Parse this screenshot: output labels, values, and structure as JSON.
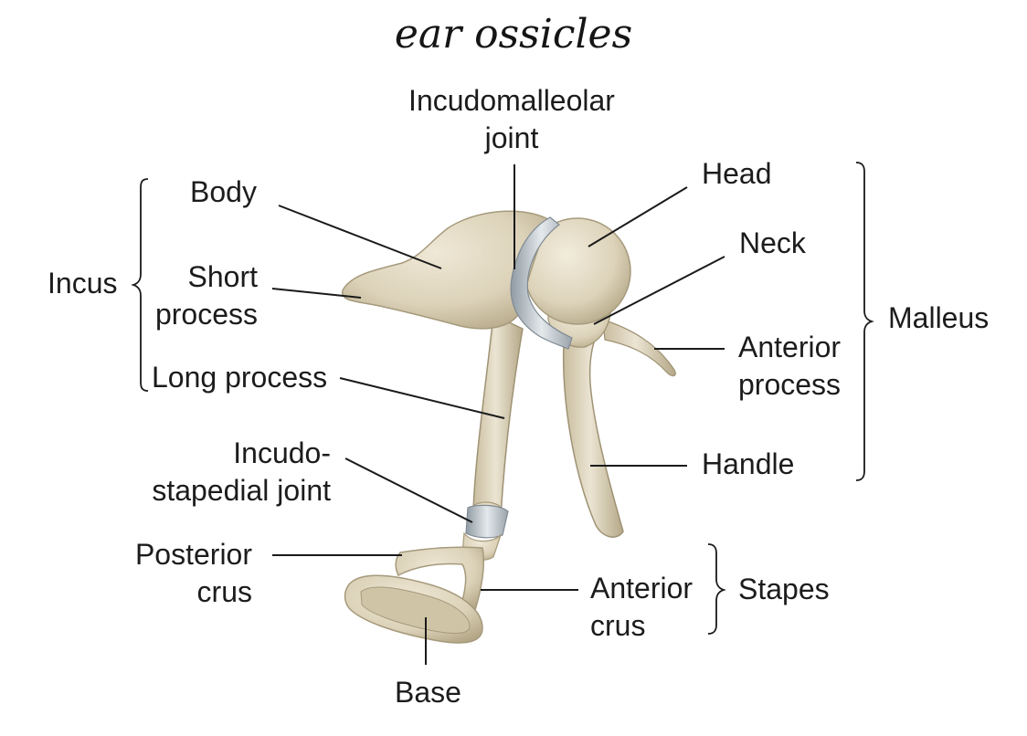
{
  "title": "ear ossicles",
  "groups": {
    "incus": "Incus",
    "malleus": "Malleus",
    "stapes": "Stapes"
  },
  "labels": {
    "incudomalleolar_joint": [
      "Incudomalleolar",
      "joint"
    ],
    "body": "Body",
    "short_process": [
      "Short",
      "process"
    ],
    "long_process": "Long process",
    "incudostapedial_joint": [
      "Incudo-",
      "stapedial joint"
    ],
    "posterior_crus": [
      "Posterior",
      "crus"
    ],
    "base": "Base",
    "head": "Head",
    "neck": "Neck",
    "anterior_process": [
      "Anterior",
      "process"
    ],
    "handle": "Handle",
    "anterior_crus": [
      "Anterior",
      "crus"
    ]
  },
  "colors": {
    "bone": "#e0d7c1",
    "bone_shadow": "#b7ab8c",
    "cartilage": "#b9c2c9",
    "line": "#1a1a1a"
  }
}
